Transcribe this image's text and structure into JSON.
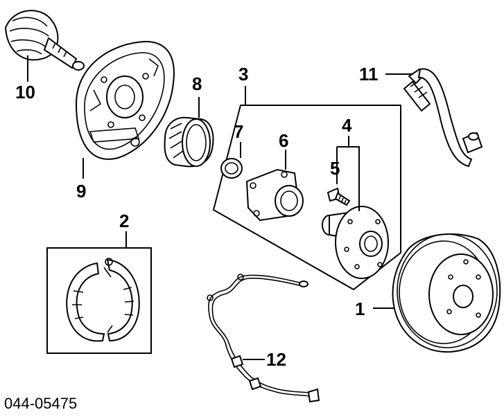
{
  "diagram": {
    "catalog_code": "044-05475",
    "callouts": {
      "c1": "1",
      "c2": "2",
      "c3": "3",
      "c4": "4",
      "c5": "5",
      "c6": "6",
      "c7": "7",
      "c8": "8",
      "c9": "9",
      "c10": "10",
      "c11": "11",
      "c12": "12"
    },
    "colors": {
      "line": "#000000",
      "background": "#ffffff"
    }
  }
}
